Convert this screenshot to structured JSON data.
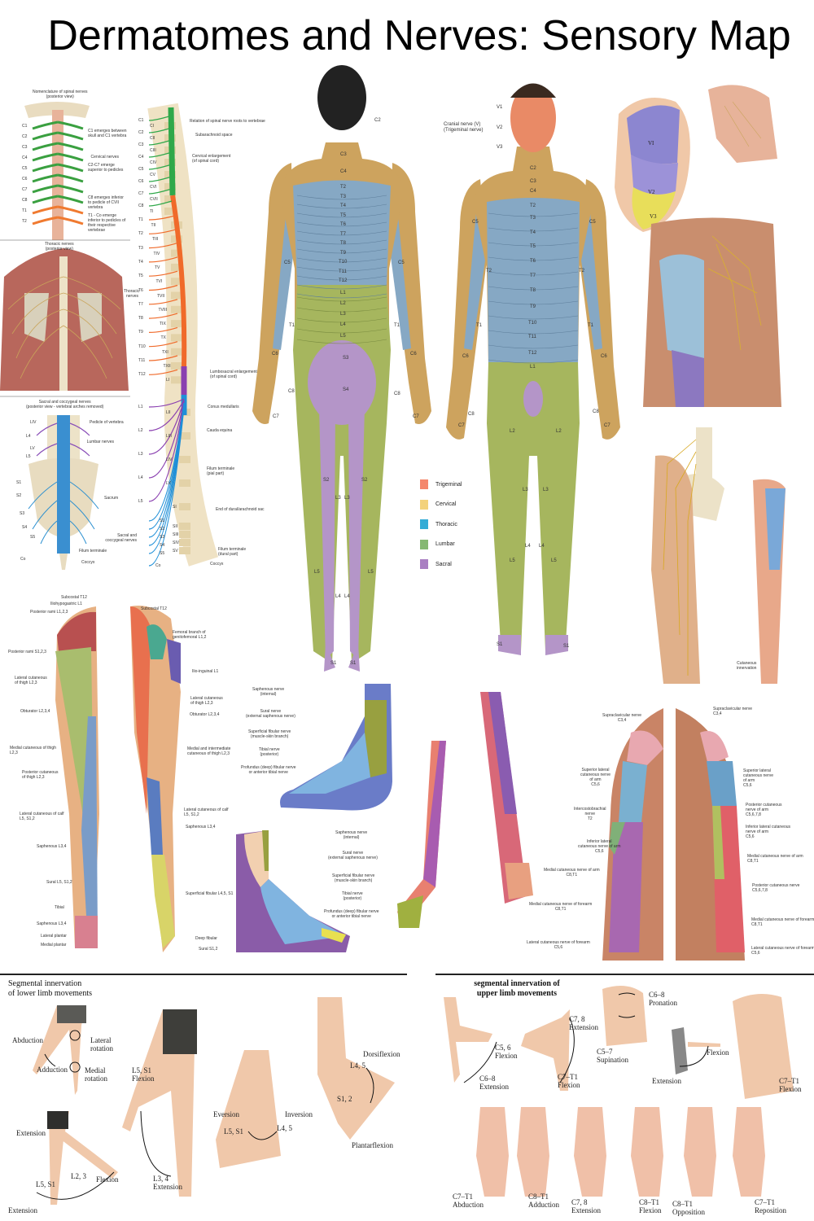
{
  "title": "Dermatomes and Nerves: Sensory Map",
  "spine_panel": {
    "nomenclature_title": "Nomenclature of spinal nerves\n(posterior view)",
    "nomenclature_notes": [
      "C1 emerges between skull and C1 vertebra",
      "C2-C7 emerge superior to pedicles",
      "C8 emerges inferior to pedicle of CVII vertebra",
      "T1 - Co emerge inferior to pedicles of their respective vertebrae"
    ],
    "thoracic_title": "Thoracic nerves\n(posterior view)",
    "sacral_title": "Sacral and coccygeal nerves\n(posterior view - vertebral arches removed)",
    "sacral_labels": [
      "LIV",
      "L4",
      "LV",
      "L5",
      "S1",
      "S2",
      "S3",
      "S4",
      "S5",
      "Co",
      "Pedicle of vertebra",
      "Sacrum",
      "Filum terminale",
      "Coccyx"
    ],
    "groups": [
      "Cervical nerves",
      "Thoracic nerves",
      "Lumbar nerves",
      "Sacral and coccygeal nerves"
    ],
    "annotations": [
      "Relation of spinal nerve roots to vertebrae",
      "Subarachnoid space",
      "Cervical enlargement\n(of spinal cord)",
      "Lumbosacral enlargement\n(of spinal cord)",
      "Conus medullaris",
      "Cauda equina",
      "Filum terminale\n(pial part)",
      "End of dural/arachnoid sac",
      "Filum terminale\n(dural part)",
      "Coccyx"
    ],
    "nerves": [
      "C1",
      "C2",
      "C3",
      "C4",
      "C5",
      "C6",
      "C7",
      "C8",
      "T1",
      "T2",
      "T3",
      "T4",
      "T5",
      "T6",
      "T7",
      "T8",
      "T9",
      "T10",
      "T11",
      "T12",
      "L1",
      "L2",
      "L3",
      "L4",
      "L5",
      "S1",
      "S2",
      "S3",
      "S4",
      "S5",
      "Co"
    ],
    "vertebrae": [
      "CI",
      "CII",
      "CIII",
      "CIV",
      "CV",
      "CVI",
      "CVII",
      "TI",
      "TII",
      "TIII",
      "TIV",
      "TV",
      "TVI",
      "TVII",
      "TVIII",
      "TIX",
      "TX",
      "TXI",
      "TXII",
      "LI",
      "LII",
      "LIII",
      "LIV",
      "LV",
      "SI",
      "SII",
      "SIII",
      "SIV",
      "SV"
    ]
  },
  "posterior_figure": {
    "labels": [
      "C2",
      "C3",
      "C4",
      "T2",
      "T3",
      "T4",
      "T5",
      "T6",
      "T7",
      "T8",
      "T9",
      "T10",
      "T11",
      "T12",
      "L1",
      "L2",
      "L3",
      "L4",
      "L5",
      "S3",
      "S4",
      "S2",
      "S2",
      "L3",
      "L3",
      "L5",
      "L5",
      "L4",
      "L4",
      "S1",
      "S1",
      "C5",
      "C5",
      "T1",
      "T1",
      "C6",
      "C6",
      "C8",
      "C8",
      "C7",
      "C7"
    ]
  },
  "anterior_figure": {
    "cranial_label": "Cranial nerve (V)\n(Trigeminal nerve)",
    "labels": [
      "V1",
      "V2",
      "V3",
      "C2",
      "C3",
      "C4",
      "T2",
      "T3",
      "T4",
      "T5",
      "T6",
      "T7",
      "T8",
      "T9",
      "T10",
      "T11",
      "T12",
      "L1",
      "C5",
      "C5",
      "T2",
      "T2",
      "T1",
      "T1",
      "C6",
      "C6",
      "C8",
      "C8",
      "C7",
      "C7",
      "L2",
      "L2",
      "L3",
      "L3",
      "L4",
      "L4",
      "L5",
      "L5",
      "S1",
      "S1"
    ]
  },
  "face_panel": {
    "labels": [
      "VI",
      "V2",
      "V3"
    ]
  },
  "legend": {
    "items": [
      {
        "label": "Trigeminal",
        "color": "#f4876c"
      },
      {
        "label": "Cervical",
        "color": "#f3d27c"
      },
      {
        "label": "Thoracic",
        "color": "#34acd6"
      },
      {
        "label": "Lumbar",
        "color": "#86b873"
      },
      {
        "label": "Sacral",
        "color": "#a97fc2"
      }
    ]
  },
  "lumbar_panel": {
    "caption": "Cutaneous\ninnervation"
  },
  "leg_panel": {
    "posterior": [
      "Subcostal T12",
      "Iliohypogastric L1",
      "Posterior rami L1,2,3",
      "Posterior rami S1,2,3",
      "Lateral cutaneous\nof thigh L2,3",
      "Obturator L2,3,4",
      "Medial cutaneous of thigh\nL2,3",
      "Posterior cutaneous\nof thigh L2,3",
      "Lateral cutaneous of calf\nL5, S1,2",
      "Saphenous L3,4",
      "Sural L5, S1,2",
      "Tibial",
      "Saphenous L3,4",
      "Lateral plantar",
      "Medial plantar"
    ],
    "anterior": [
      "Subcostal T12",
      "Femoral branch of\ngenitofemoral L1,2",
      "Ilio-inguinal L1",
      "Lateral cutaneous\nof thigh L2,3",
      "Obturator L2,3,4",
      "Medial and intermediate\ncutaneous of thigh L2,3",
      "Lateral cutaneous of calf\nL5, S1,2",
      "Saphenous L3,4",
      "Superficial fibular L4,5, S1",
      "Deep fibular",
      "Sural S1,2"
    ]
  },
  "foot_panel": {
    "labels": [
      "Saphenous nerve\n(internal)",
      "Sural nerve\n(external saphenous nerve)",
      "Superficial fibular nerve\n(muscle-skin branch)",
      "Tibial nerve\n(posterior)",
      "Profundus (deep) fibular nerve\nor anterior tibial nerve"
    ]
  },
  "arm_panel": {
    "left": [
      "Supraclavicular nerve\nC3,4",
      "Superior lateral\ncutaneous nerve\nof arm\nC5,6",
      "Intercostobrachial\nnerve\nT2",
      "Inferior lateral\ncutaneous nerve of arm\nC5,6",
      "Medial cutaneous nerve of arm\nC8,T1",
      "Medial cutaneous nerve of forearm\nC8,T1",
      "Lateral cutaneous nerve of forearm\nC5,6"
    ],
    "right": [
      "Supraclavicular nerve\nC3,4",
      "Superior lateral\ncutaneous nerve\nof arm\nC5,6",
      "Posterior cutaneous\nnerve of arm\nC5,6,7,8",
      "Inferior lateral cutaneous\nnerve of arm\nC5,6",
      "Medial cutaneous nerve of arm\nC8,T1",
      "Posterior cutaneous nerve\nC5,6,7,8",
      "Medial cutaneous nerve of forearm\nC8,T1",
      "Lateral cutaneous nerve of forearm\nC5,6"
    ]
  },
  "lower_limb_movements": {
    "title": "Segmental innervation\nof lower limb movements",
    "labels": [
      "Abduction",
      "Adduction",
      "Lateral\nrotation",
      "Medial\nrotation",
      "L5, S1\nFlexion",
      "L3, 4\nExtension",
      "Extension",
      "L5, S1",
      "L2, 3",
      "Flexion",
      "Extension",
      "Eversion",
      "Inversion",
      "L5, S1",
      "L4, 5",
      "Dorsiflexion",
      "L4, 5",
      "S1, 2",
      "Plantarflexion"
    ]
  },
  "upper_limb_movements": {
    "title": "segmental innervation of\nupper limb movements",
    "labels": [
      "C5, 6\nFlexion",
      "C6–8\nExtension",
      "C7, 8\nExtension",
      "C7–T1\nFlexion",
      "C6–8\nPronation",
      "C5–7\nSupination",
      "Flexion",
      "Extension",
      "C7–T1\nFlexion",
      "C7–T1\nAbduction",
      "C8–T1\nAdduction",
      "C7, 8\nExtension",
      "C8–T1\nFlexion",
      "C8–T1\nOpposition",
      "C7–T1\nReposition"
    ]
  }
}
